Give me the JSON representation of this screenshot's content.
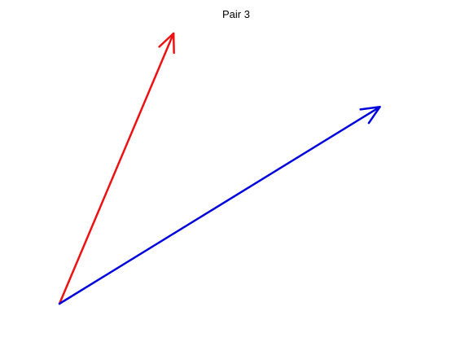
{
  "title": "Pair 3",
  "colors": {
    "vector_a": "#ee1111",
    "vector_b": "#0000dd"
  },
  "vectors": [
    {
      "name": "vector-a",
      "color_key": "vector_a",
      "from": [
        0,
        0
      ],
      "to": [
        0.203,
        0.467
      ]
    },
    {
      "name": "vector-b",
      "color_key": "vector_b",
      "from": [
        0,
        0
      ],
      "to": [
        0.57,
        0.34
      ]
    }
  ],
  "view": {
    "xlim": [
      0,
      0.7
    ],
    "ylim": [
      0,
      0.5
    ]
  }
}
